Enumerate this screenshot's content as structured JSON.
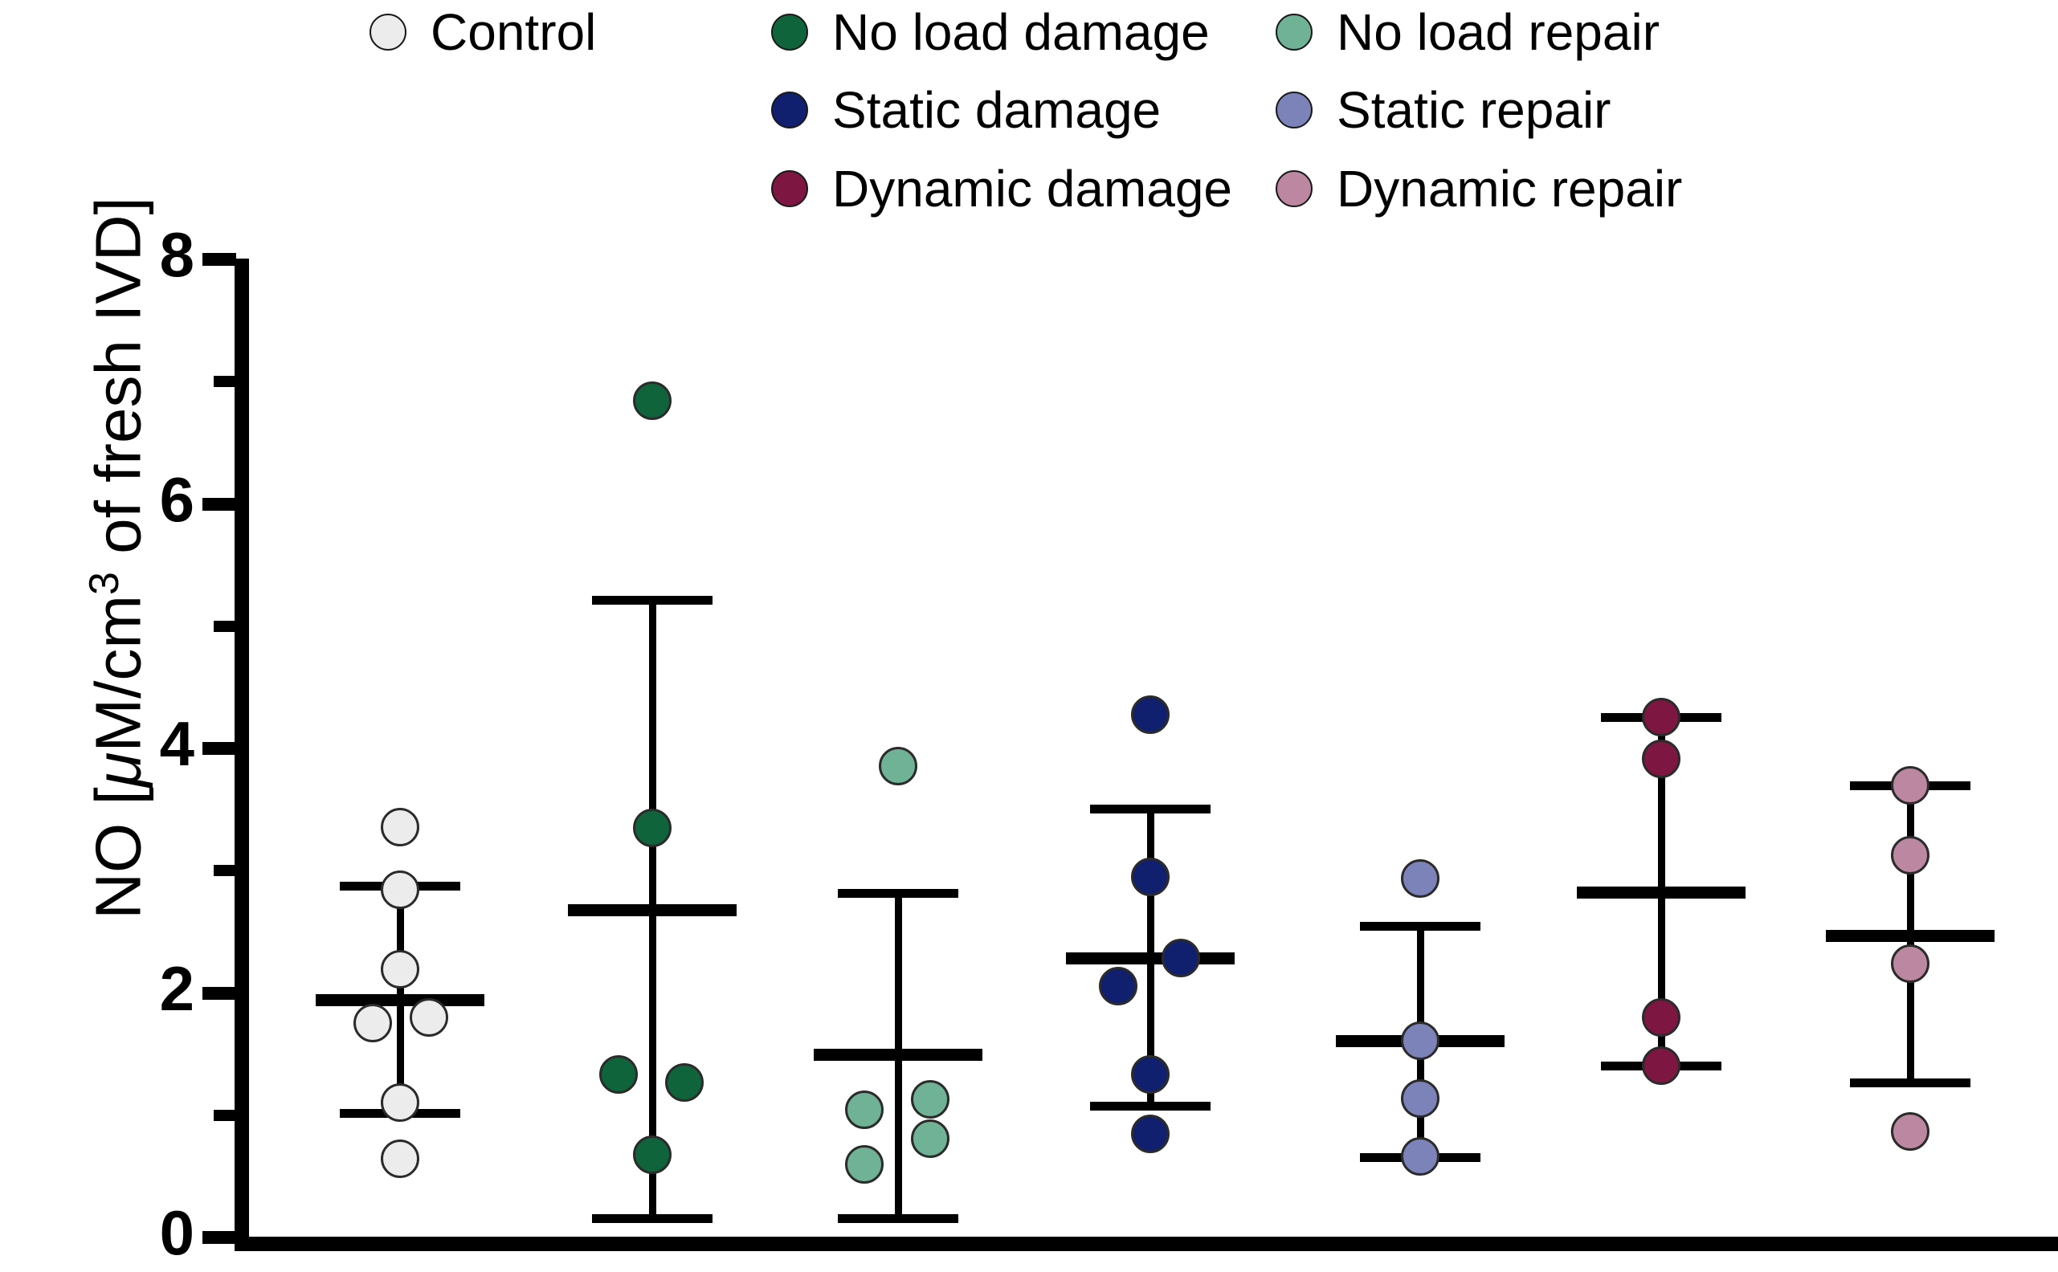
{
  "legend": {
    "items": [
      {
        "label": "Control",
        "color": "#ececec",
        "col": 0,
        "row": 0
      },
      {
        "label": "No load damage",
        "color": "#10643c",
        "col": 1,
        "row": 0
      },
      {
        "label": "No load repair",
        "color": "#6fb295",
        "col": 2,
        "row": 0
      },
      {
        "label": "Static damage",
        "color": "#10206e",
        "col": 1,
        "row": 1
      },
      {
        "label": "Static repair",
        "color": "#7b83b8",
        "col": 2,
        "row": 1
      },
      {
        "label": "Dynamic damage",
        "color": "#7d1742",
        "col": 1,
        "row": 2
      },
      {
        "label": "Dynamic repair",
        "color": "#bc87a0",
        "col": 2,
        "row": 2
      }
    ]
  },
  "axis": {
    "y_label_pre": "NO [",
    "y_label_mu": "μ",
    "y_label_mid": "M/cm",
    "y_label_sup": "3",
    "y_label_post": " of fresh IVD]",
    "ticks": [
      "8",
      "6",
      "4",
      "2",
      "0"
    ],
    "tick_values": [
      8,
      6,
      4,
      2,
      0
    ],
    "minor_tick_values": [
      7,
      5,
      3,
      1
    ]
  },
  "chart_data": {
    "type": "scatter",
    "title": "",
    "xlabel": "",
    "ylabel": "NO [μM/cm3 of fresh IVD]",
    "ylim": [
      0,
      8
    ],
    "yticks": [
      0,
      2,
      4,
      6,
      8
    ],
    "minor_yticks": [
      1,
      3,
      5,
      7
    ],
    "grid": false,
    "legend_position": "top",
    "error_bar_style": "mean with SD whiskers (caps)",
    "groups": [
      {
        "name": "Control",
        "color": "#ececec",
        "mean": 1.94,
        "sd_upper": 2.87,
        "sd_lower": 1.01,
        "points": [
          3.35,
          2.84,
          2.19,
          1.75,
          1.79,
          1.1,
          0.64
        ]
      },
      {
        "name": "No load damage",
        "color": "#10643c",
        "mean": 2.67,
        "sd_upper": 5.21,
        "sd_lower": 0.15,
        "points": [
          6.84,
          3.34,
          1.33,
          1.26,
          0.67
        ]
      },
      {
        "name": "No load repair",
        "color": "#6fb295",
        "mean": 1.49,
        "sd_upper": 2.81,
        "sd_lower": 0.15,
        "points": [
          3.85,
          1.04,
          1.12,
          0.59,
          0.8
        ]
      },
      {
        "name": "Static damage",
        "color": "#10206e",
        "mean": 2.28,
        "sd_upper": 3.5,
        "sd_lower": 1.07,
        "points": [
          4.27,
          2.94,
          2.28,
          2.05,
          1.33,
          0.84
        ]
      },
      {
        "name": "Static repair",
        "color": "#7b83b8",
        "mean": 1.6,
        "sd_upper": 2.54,
        "sd_lower": 0.65,
        "points": [
          2.93,
          1.6,
          1.13,
          0.66
        ]
      },
      {
        "name": "Dynamic damage",
        "color": "#7d1742",
        "mean": 2.82,
        "sd_upper": 4.25,
        "sd_lower": 1.4,
        "points": [
          4.25,
          3.91,
          1.79,
          1.4
        ]
      },
      {
        "name": "Dynamic repair",
        "color": "#bc87a0",
        "mean": 2.46,
        "sd_upper": 3.69,
        "sd_lower": 1.26,
        "points": [
          3.69,
          3.12,
          2.23,
          0.86
        ]
      }
    ],
    "point_offsets": [
      [
        0,
        0,
        0,
        -34,
        36,
        0,
        0
      ],
      [
        0,
        0,
        -42,
        40,
        0
      ],
      [
        0,
        -42,
        40,
        -42,
        40
      ],
      [
        0,
        0,
        38,
        -40,
        0,
        0
      ],
      [
        0,
        0,
        0,
        0
      ],
      [
        0,
        0,
        0,
        0
      ],
      [
        0,
        0,
        0,
        0
      ]
    ],
    "group_x": [
      498,
      812,
      1118,
      1432,
      1768,
      2068,
      2378
    ]
  }
}
